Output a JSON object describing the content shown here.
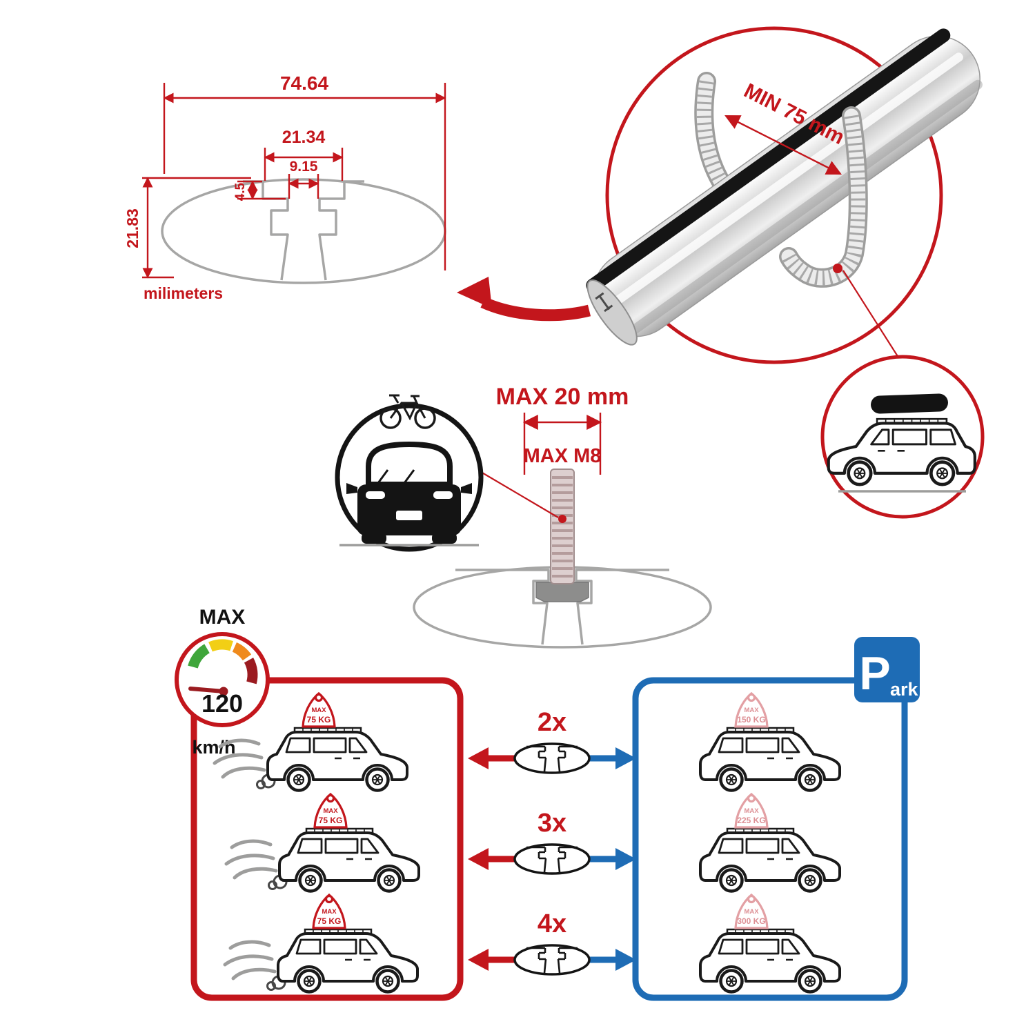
{
  "colors": {
    "accent_red": "#c3161c",
    "accent_blue": "#1e6cb5",
    "gray": "#9d9d9c",
    "dark": "#1a1a1a"
  },
  "tech_drawing": {
    "dim_total_width": "74.64",
    "dim_opening_width": "21.34",
    "dim_throat_width": "9.15",
    "dim_lip_depth": "4.5",
    "dim_total_height": "21.83",
    "unit_label": "milimeters"
  },
  "bar_detail": {
    "min_span_label": "MIN 75 mm"
  },
  "bolt_detail": {
    "max_width_label": "MAX 20 mm",
    "max_thread_label": "MAX M8"
  },
  "speedometer": {
    "label": "MAX",
    "value": "120",
    "unit": "km/h"
  },
  "quantity_rows": [
    {
      "label": "2x"
    },
    {
      "label": "3x"
    },
    {
      "label": "4x"
    }
  ],
  "driving_panel": {
    "cars": [
      {
        "badge_line1": "MAX",
        "badge_line2": "75 KG"
      },
      {
        "badge_line1": "MAX",
        "badge_line2": "75 KG"
      },
      {
        "badge_line1": "MAX",
        "badge_line2": "75 KG"
      }
    ]
  },
  "parking_panel": {
    "sign_big": "P",
    "sign_small": "ark",
    "cars": [
      {
        "badge_line1": "MAX",
        "badge_line2": "150 KG"
      },
      {
        "badge_line1": "MAX",
        "badge_line2": "225 KG"
      },
      {
        "badge_line1": "MAX",
        "badge_line2": "300 KG"
      }
    ]
  }
}
